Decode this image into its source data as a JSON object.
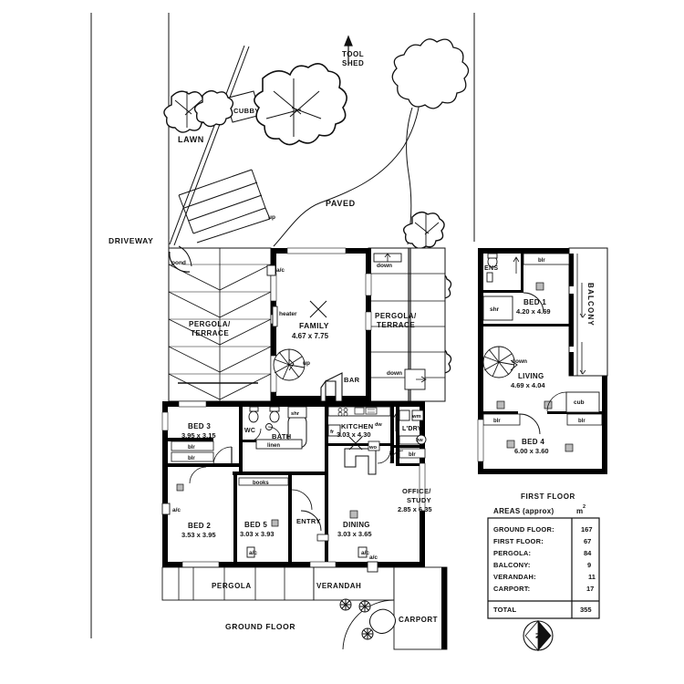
{
  "plan": {
    "title_ground": "GROUND FLOOR",
    "title_first": "FIRST FLOOR",
    "compass": "N"
  },
  "site": {
    "driveway": "DRIVEWAY",
    "lawn": "LAWN",
    "paved": "PAVED",
    "cubby": "CUBBY",
    "tool_shed_line1": "TOOL",
    "tool_shed_line2": "SHED",
    "pond": "pond",
    "carport": "CARPORT",
    "verandah": "VERANDAH",
    "pergola_bottom": "PERGOLA",
    "pergola_left_line1": "PERGOLA/",
    "pergola_left_line2": "TERRACE",
    "pergola_right_line1": "PERGOLA/",
    "pergola_right_line2": "TERRACE"
  },
  "ground_floor": {
    "rooms": [
      {
        "name": "FAMILY",
        "dims": "4.67 x 7.75"
      },
      {
        "name": "BED 3",
        "dims": "3.95 x 3.15"
      },
      {
        "name": "BED 2",
        "dims": "3.53 x 3.95"
      },
      {
        "name": "BED 5",
        "dims": "3.03 x 3.93"
      },
      {
        "name": "KITCHEN",
        "dims": "3.03 x 4.30"
      },
      {
        "name": "DINING",
        "dims": "3.03 x 3.65"
      },
      {
        "name": "OFFICE/",
        "name2": "STUDY",
        "dims": "2.85 x 6.35"
      }
    ],
    "family_name": "FAMILY",
    "family_dims": "4.67 x 7.75",
    "bed3_name": "BED 3",
    "bed3_dims": "3.95 x 3.15",
    "bed2_name": "BED 2",
    "bed2_dims": "3.53 x 3.95",
    "bed5_name": "BED 5",
    "bed5_dims": "3.03 x 3.93",
    "kitchen_name": "KITCHEN",
    "kitchen_dims": "3.03 x 4.30",
    "dining_name": "DINING",
    "dining_dims": "3.03 x 3.65",
    "office_name1": "OFFICE/",
    "office_name2": "STUDY",
    "office_dims": "2.85 x 6.35",
    "bath": "BATH",
    "wc": "WC",
    "ldry": "L'DRY",
    "entry": "ENTRY",
    "bar": "BAR",
    "linen": "linen",
    "books": "books",
    "heater": "heater",
    "up": "up",
    "down_right_top": "down",
    "down_right_bot": "down",
    "down_top": "down",
    "fixtures": {
      "wm": "wm",
      "fr": "fr",
      "dw": "dw",
      "wo": "wo",
      "hw": "hw",
      "shr": "shr"
    },
    "ac1": "a/c",
    "ac2": "a/c",
    "ac3": "a/c",
    "ac4": "a/c",
    "ac5": "a/c",
    "blr1": "blr",
    "blr2": "blr",
    "blr3": "blr",
    "blr4": "blr"
  },
  "first_floor": {
    "bed1_name": "BED 1",
    "bed1_dims": "4.20 x 4.69",
    "living_name": "LIVING",
    "living_dims": "4.69 x 4.04",
    "bed4_name": "BED 4",
    "bed4_dims": "6.00 x 3.60",
    "balcony": "BALCONY",
    "ens": "ENS",
    "shr": "shr",
    "cub": "cub",
    "down": "down",
    "blr_top": "blr",
    "blr_left": "blr",
    "blr_right": "blr"
  },
  "areas_table": {
    "header_label": "AREAS (approx)",
    "header_unit": "m",
    "header_unit_sup": "2",
    "rows": [
      {
        "label": "GROUND FLOOR:",
        "value": "167"
      },
      {
        "label": "FIRST FLOOR:",
        "value": "67"
      },
      {
        "label": "PERGOLA:",
        "value": "84"
      },
      {
        "label": "BALCONY:",
        "value": "9"
      },
      {
        "label": "VERANDAH:",
        "value": "11"
      },
      {
        "label": "CARPORT:",
        "value": "17"
      }
    ],
    "total_label": "TOTAL",
    "total_value": "355"
  },
  "colors": {
    "ink": "#111111",
    "wall": "#000000",
    "thin": "#333333",
    "paper": "#ffffff"
  }
}
